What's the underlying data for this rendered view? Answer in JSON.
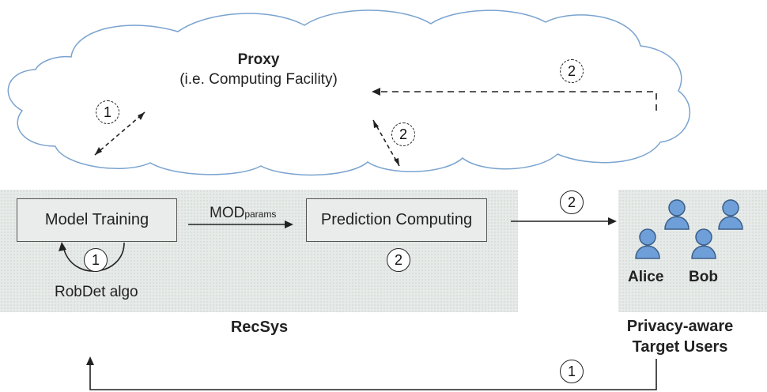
{
  "proxy": {
    "title": "Proxy",
    "subtitle": "(i.e. Computing Facility)"
  },
  "recsys": {
    "label": "RecSys",
    "model_training": "Model Training",
    "prediction_computing": "Prediction Computing",
    "mod_main": "MOD",
    "mod_sub": "params",
    "robdet": "RobDet algo"
  },
  "users": {
    "label_line1": "Privacy-aware",
    "label_line2": "Target Users",
    "alice": "Alice",
    "bob": "Bob"
  },
  "steps": {
    "one": "1",
    "two": "2"
  },
  "colors": {
    "cloud_stroke": "#7aa3cf",
    "panel_fill": "#e6eae8",
    "user_fill": "#6f9fd8"
  }
}
